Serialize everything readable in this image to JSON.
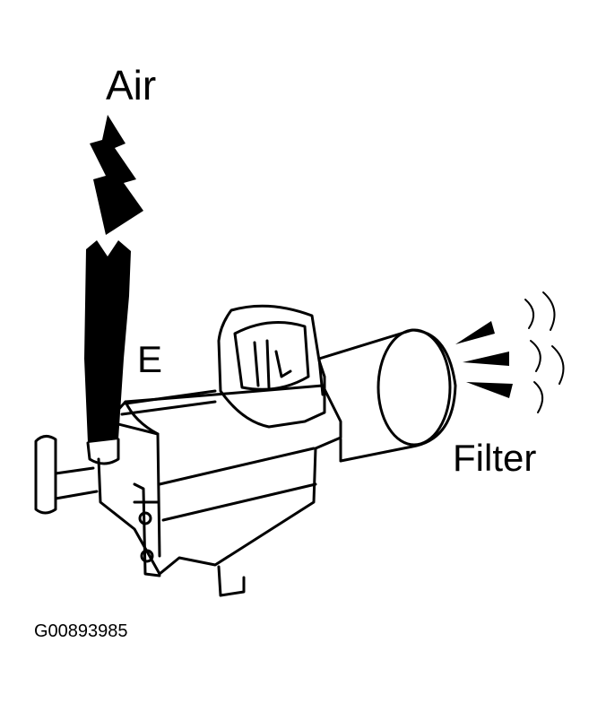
{
  "labels": {
    "air": "Air",
    "port": "E",
    "filter": "Filter",
    "figure_code": "G00893985"
  },
  "colors": {
    "ink": "#000000",
    "paper": "#ffffff"
  }
}
